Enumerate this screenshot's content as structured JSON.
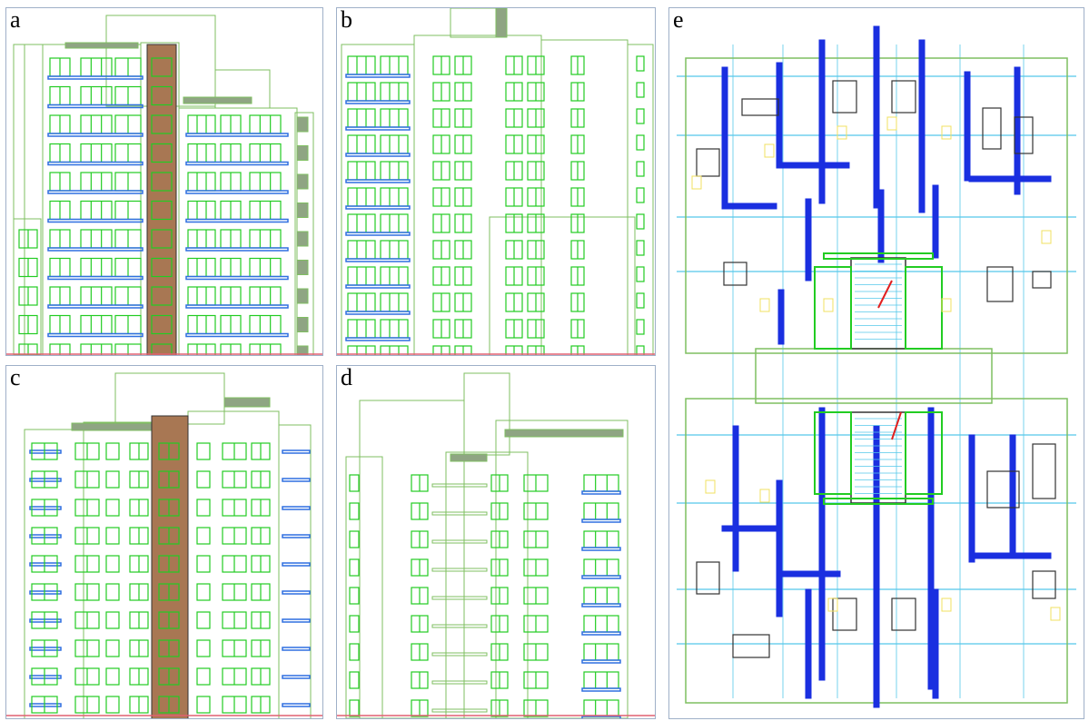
{
  "panels": [
    {
      "id": "a",
      "label": "a"
    },
    {
      "id": "b",
      "label": "b"
    },
    {
      "id": "c",
      "label": "c"
    },
    {
      "id": "d",
      "label": "d"
    },
    {
      "id": "e",
      "label": "e"
    }
  ],
  "colors": {
    "outline": "#7fbf60",
    "window": "#22cc22",
    "balcony": "#2f6fe0",
    "brick": "#a87753",
    "wall_blue": "#1a2fe0",
    "grid_cyan": "#55c8ea",
    "yellow": "#f0e060",
    "dark": "#333333",
    "roof": "#8fa583",
    "ground": "#e06070"
  }
}
